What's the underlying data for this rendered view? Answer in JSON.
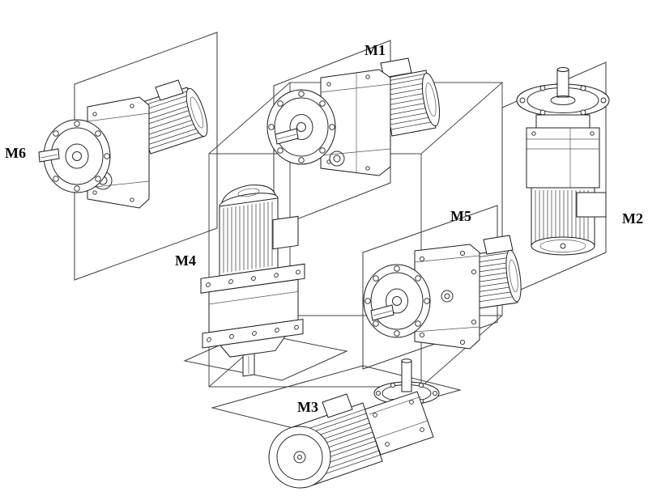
{
  "diagram": {
    "labels": {
      "m1": "M1",
      "m2": "M2",
      "m3": "M3",
      "m4": "M4",
      "m5": "M5",
      "m6": "M6"
    }
  },
  "colors": {
    "background": "#ffffff",
    "line": "#1a1a1a"
  }
}
